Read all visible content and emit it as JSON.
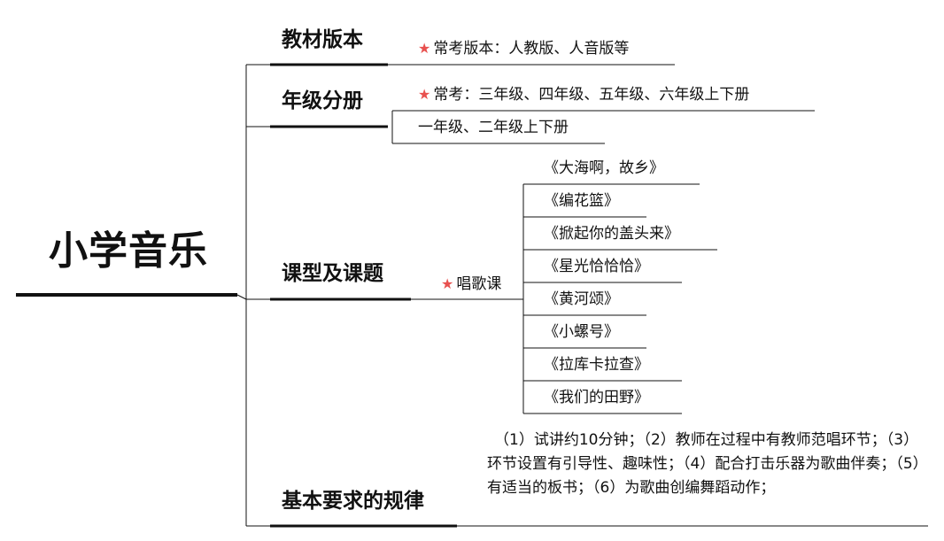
{
  "root": {
    "title": "小学音乐"
  },
  "branches": [
    {
      "title": "教材版本",
      "items": [
        {
          "text": "常考版本：人教版、人音版等",
          "starred": true
        }
      ]
    },
    {
      "title": "年级分册",
      "items": [
        {
          "text": "常考：三年级、四年级、五年级、六年级上下册",
          "starred": true
        },
        {
          "text": "一年级、二年级上下册",
          "starred": false
        }
      ]
    },
    {
      "title": "课型及课题",
      "sub": {
        "text": "唱歌课",
        "starred": true,
        "songs": [
          "《大海啊，故乡》",
          "《编花篮》",
          "《掀起你的盖头来》",
          "《星光恰恰恰》",
          "《黄河颂》",
          "《小螺号》",
          "《拉库卡拉查》",
          "《我们的田野》"
        ]
      }
    },
    {
      "title": "基本要求的规律",
      "text": "（1）试讲约10分钟；（2）教师在过程中有教师范唱环节；（3）环节设置有引导性、趣味性；（4）配合打击乐器为歌曲伴奏；（5）有适当的板书；（6）为歌曲创编舞蹈动作；"
    }
  ],
  "icons": {
    "star": "star-icon"
  },
  "colors": {
    "line": "#111111",
    "star": "#e8514f"
  }
}
